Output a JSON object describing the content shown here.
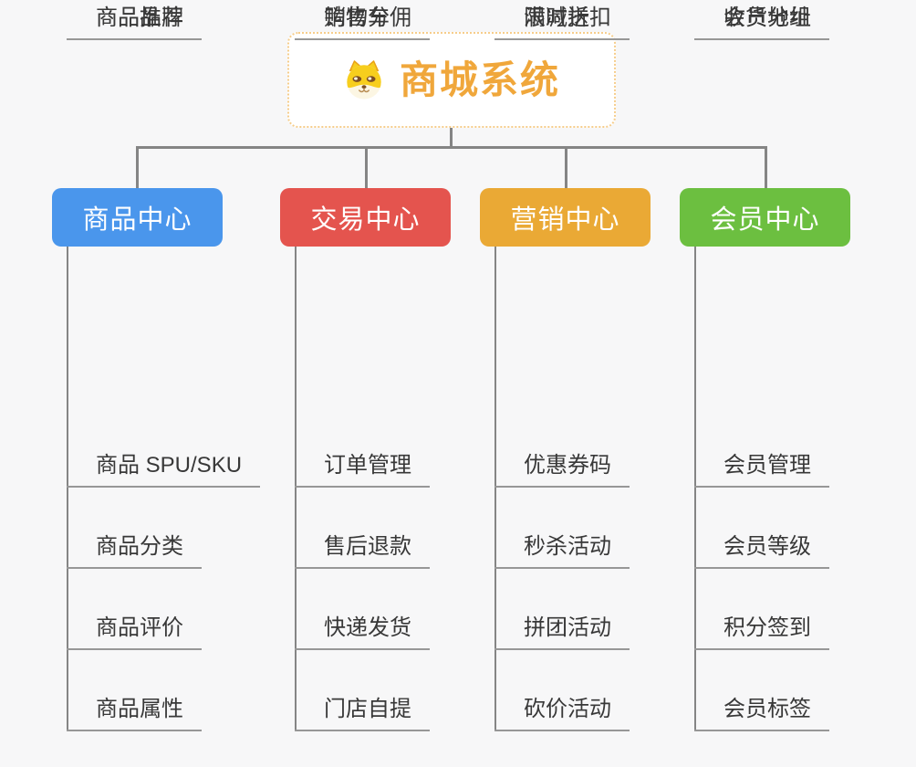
{
  "root": {
    "title": "商城系统",
    "icon": "doge-icon"
  },
  "branches": [
    {
      "id": "product-center",
      "label": "商品中心",
      "color": "#4a96ec",
      "items": [
        "商品 SPU/SKU",
        "商品分类",
        "商品评价",
        "商品属性",
        "商品推荐",
        "商品品牌"
      ]
    },
    {
      "id": "trade-center",
      "label": "交易中心",
      "color": "#e4544e",
      "items": [
        "订单管理",
        "售后退款",
        "快递发货",
        "门店自提",
        "购物车",
        "销售分佣"
      ]
    },
    {
      "id": "marketing-center",
      "label": "营销中心",
      "color": "#eaa935",
      "items": [
        "优惠券码",
        "秒杀活动",
        "拼团活动",
        "砍价活动",
        "限时折扣",
        "满减送"
      ]
    },
    {
      "id": "member-center",
      "label": "会员中心",
      "color": "#6cbf40",
      "items": [
        "会员管理",
        "会员等级",
        "积分签到",
        "会员标签",
        "会员分组",
        "收货地址"
      ]
    }
  ],
  "colors": {
    "bg": "#f7f7f8",
    "connector": "#858585",
    "underline": "#979797",
    "root-accent": "#f0a73b",
    "root-border": "#f6cd8b",
    "leaf-text": "#383838",
    "branch-text": "#ffffff"
  }
}
